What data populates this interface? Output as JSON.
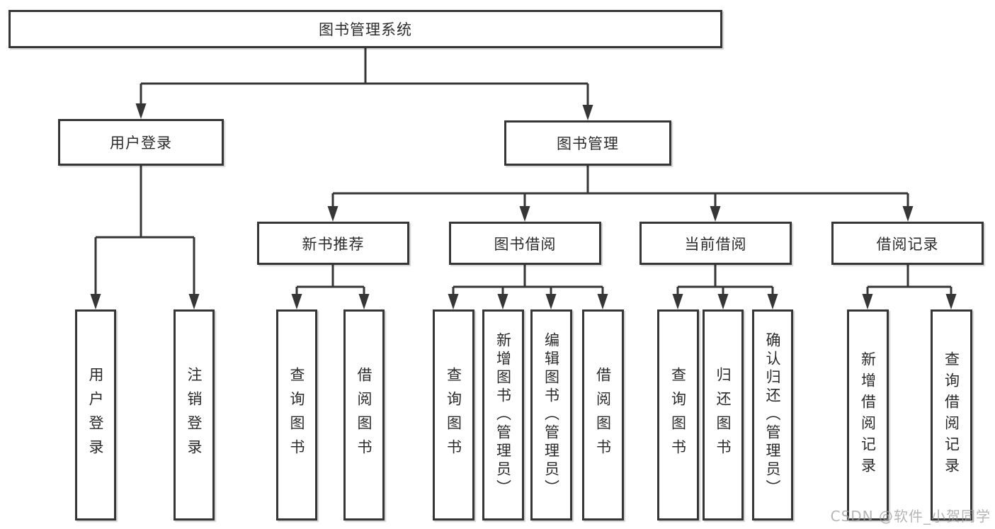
{
  "diagram": {
    "type": "tree",
    "line_color": "#363636",
    "box_border_color": "#363636",
    "text_color": "#2b2b2b",
    "watermark_color": "#9d9d9d",
    "nodes": {
      "root": "图书管理系统",
      "user_login": "用户登录",
      "book_management": "图书管理",
      "new_book_recommend": "新书推荐",
      "book_borrow": "图书借阅",
      "current_borrow": "当前借阅",
      "borrow_records": "借阅记录",
      "leaves": {
        "user": [
          "用户登录",
          "注销登录"
        ],
        "recommend": [
          "查询图书",
          "借阅图书"
        ],
        "borrow": [
          "查询图书",
          "新增图书（管理员）",
          "编辑图书（管理员）",
          "借阅图书"
        ],
        "current": [
          "查询图书",
          "归还图书",
          "确认归还（管理员）"
        ],
        "records": [
          "新增借阅记录",
          "查询借阅记录"
        ]
      }
    },
    "watermark": "CSDN @软件_小贺同学"
  }
}
